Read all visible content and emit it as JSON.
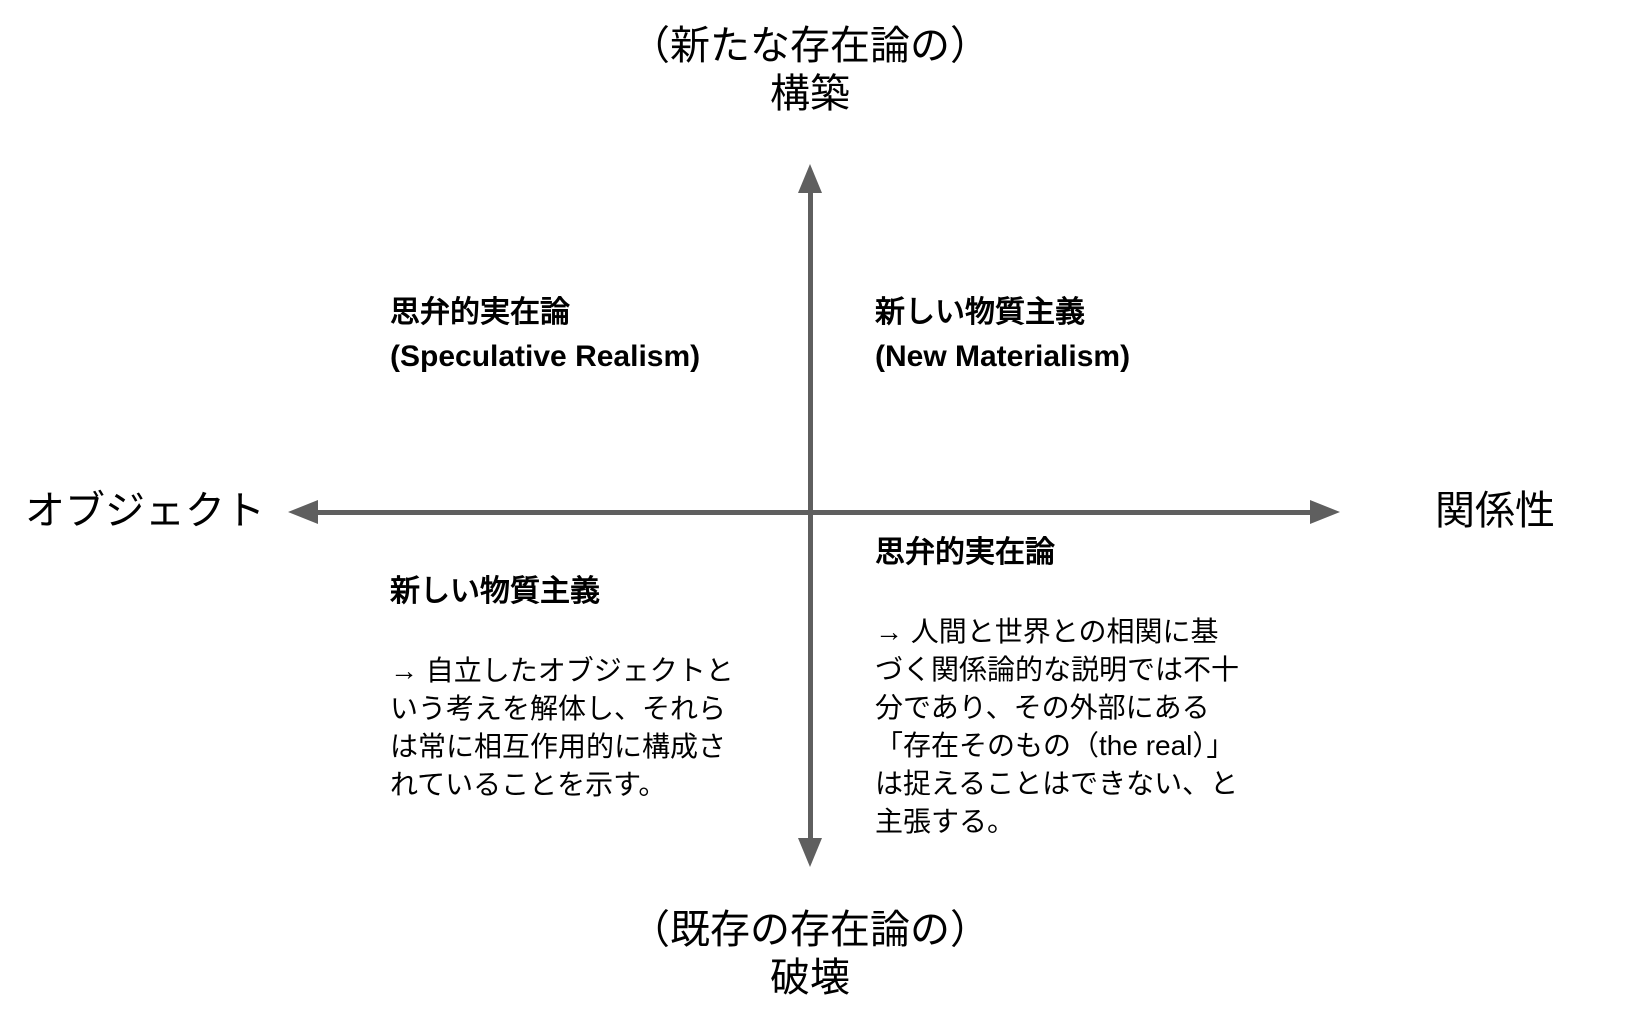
{
  "colors": {
    "axis": "#5f5f5f",
    "text": "#000000",
    "background": "#ffffff"
  },
  "axes": {
    "vertical": {
      "top_label": "（新たな存在論の）\n構築",
      "bottom_label": "（既存の存在論の）\n破壊"
    },
    "horizontal": {
      "left_label": "オブジェクト",
      "right_label": "関係性"
    }
  },
  "quadrants": {
    "top_left": {
      "title": "思弁的実在論\n(Speculative Realism)"
    },
    "top_right": {
      "title": "新しい物質主義\n(New Materialism)"
    },
    "bottom_left": {
      "title": "新しい物質主義",
      "body": "→ 自立したオブジェクトと\nいう考えを解体し、それら\nは常に相互作用的に構成さ\nれていることを示す。"
    },
    "bottom_right": {
      "title": "思弁的実在論",
      "body": "→ 人間と世界との相関に基\nづく関係論的な説明では不十\n分であり、その外部にある\n「存在そのもの（the real）」\nは捉えることはできない、と\n主張する。"
    }
  }
}
